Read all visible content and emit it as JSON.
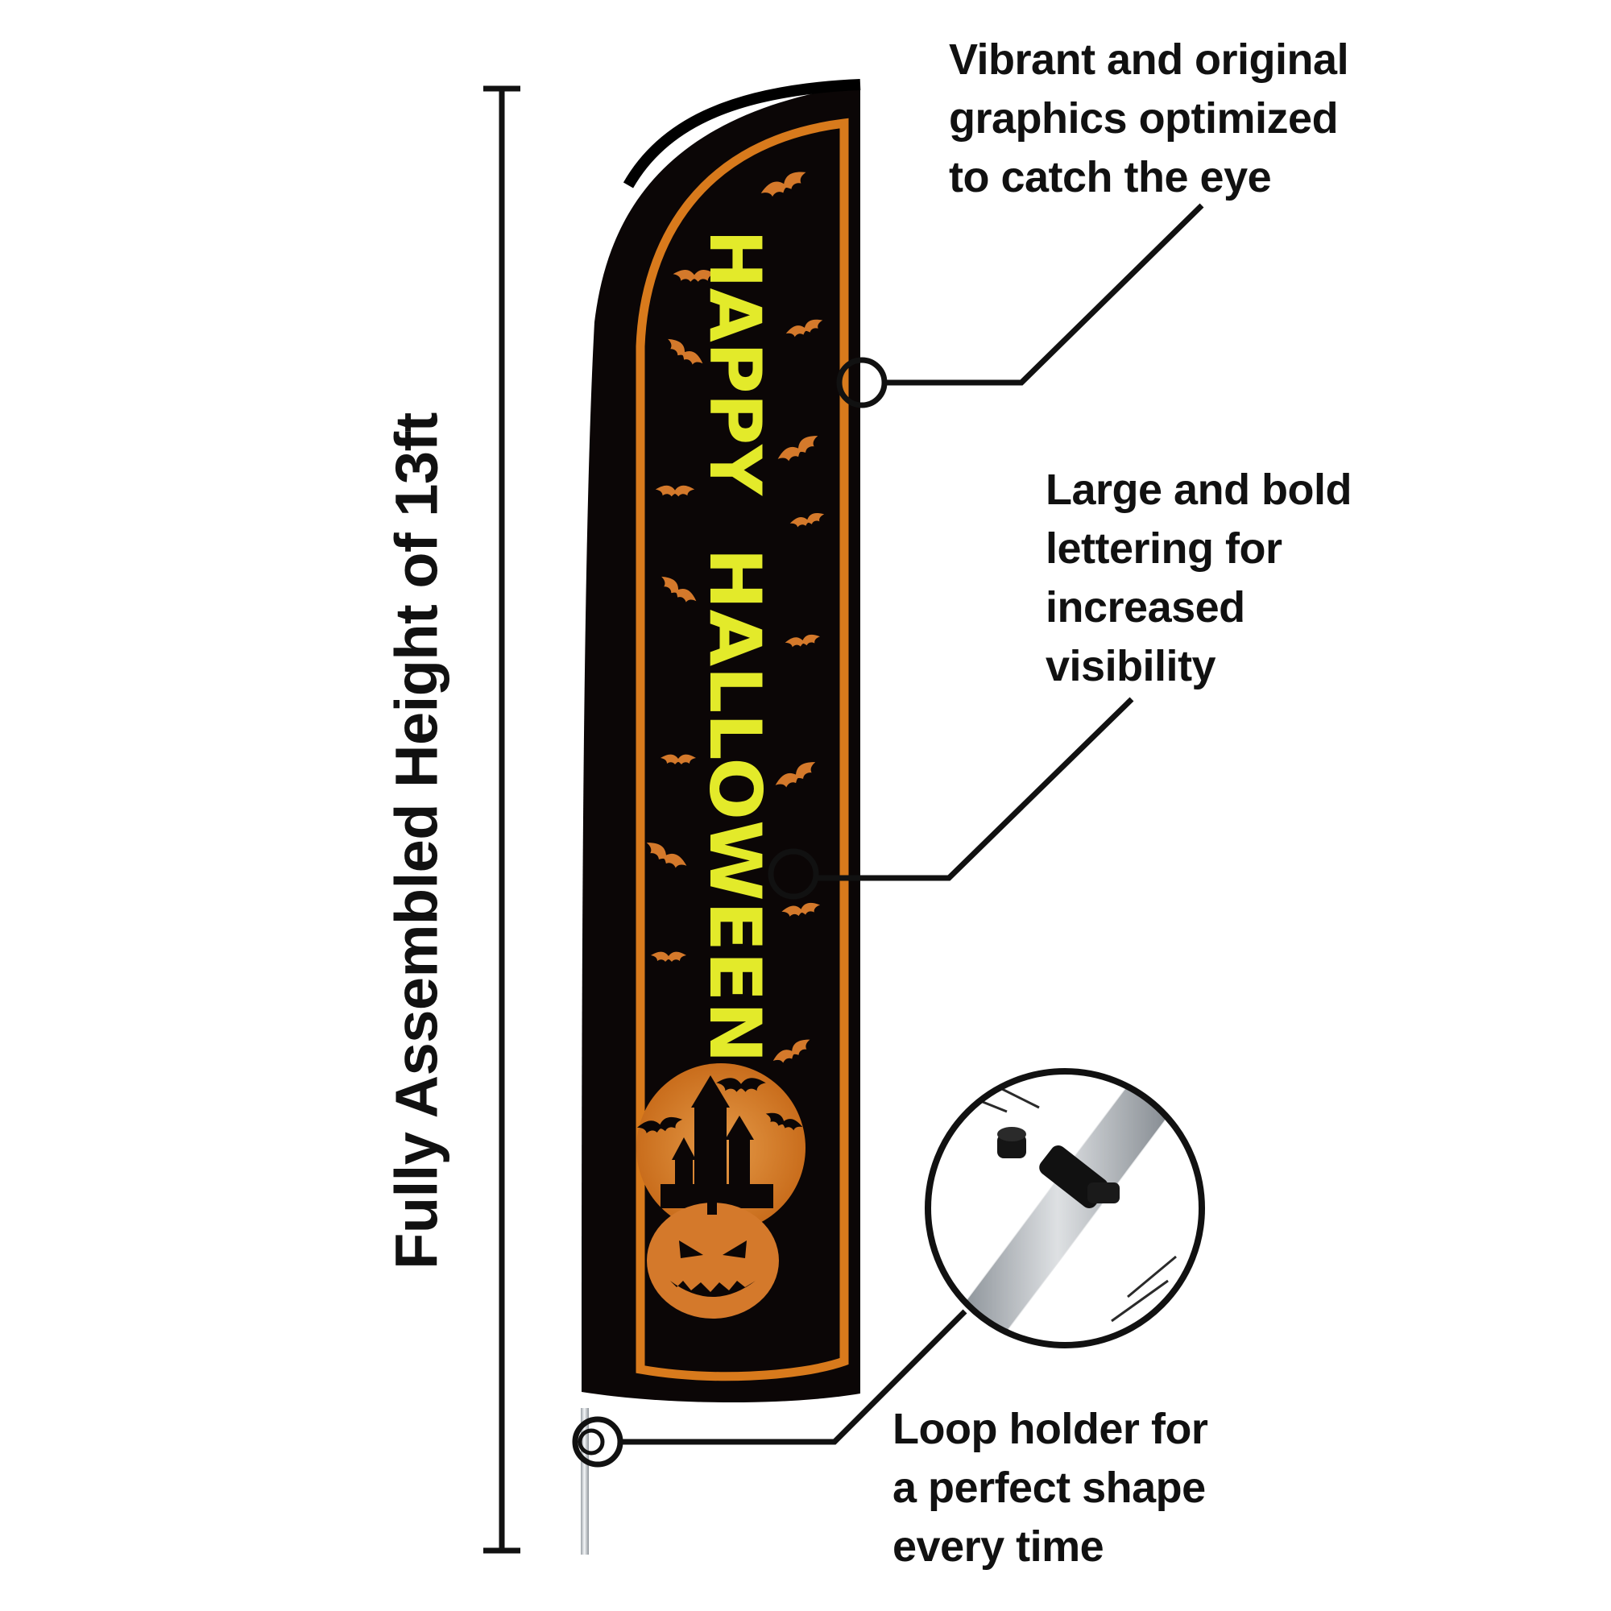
{
  "height_label": "Fully Assembled Height of 13ft",
  "flag": {
    "line1": "HAPPY",
    "line2": "HALLOWEEN",
    "colors": {
      "fabric": "#0b0606",
      "border": "#d87a1c",
      "lettering": "#e3ea2a",
      "accent": "#d4792b"
    }
  },
  "callouts": [
    {
      "lines": [
        "Vibrant and original",
        "graphics optimized",
        "to catch the eye"
      ]
    },
    {
      "lines": [
        "Large and bold",
        "lettering for",
        "increased",
        "visibility"
      ]
    },
    {
      "lines": [
        "Loop holder for",
        "a perfect shape",
        "every time"
      ]
    }
  ],
  "icons": [
    "bat-icon",
    "haunted-castle-icon",
    "jack-o-lantern-icon",
    "pole-clip-icon"
  ]
}
